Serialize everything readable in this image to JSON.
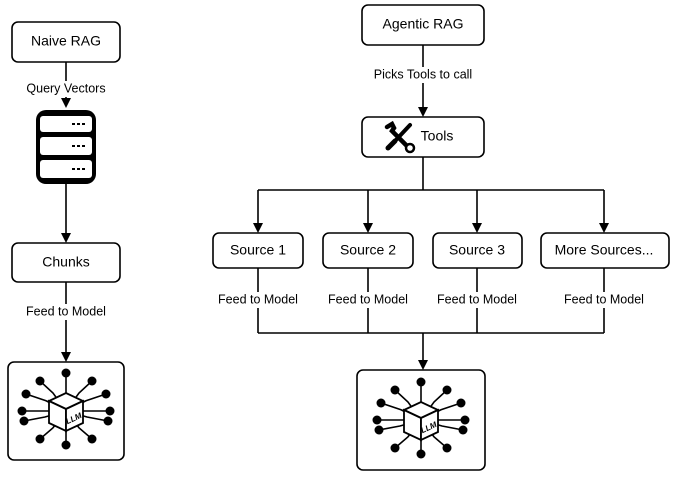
{
  "naive": {
    "title": "Naive RAG",
    "edge_query": "Query Vectors",
    "database_icon": "database-icon",
    "chunks": "Chunks",
    "edge_feed": "Feed to Model",
    "llm_icon": "llm-chip-icon",
    "llm_label": "LLM"
  },
  "agentic": {
    "title": "Agentic RAG",
    "edge_picks": "Picks Tools to call",
    "tools": "Tools",
    "tools_icon": "wrench-screwdriver-icon",
    "sources": [
      {
        "label": "Source 1",
        "edge": "Feed to Model"
      },
      {
        "label": "Source 2",
        "edge": "Feed to Model"
      },
      {
        "label": "Source 3",
        "edge": "Feed to Model"
      },
      {
        "label": "More Sources...",
        "edge": "Feed to Model"
      }
    ],
    "llm_label": "LLM"
  }
}
